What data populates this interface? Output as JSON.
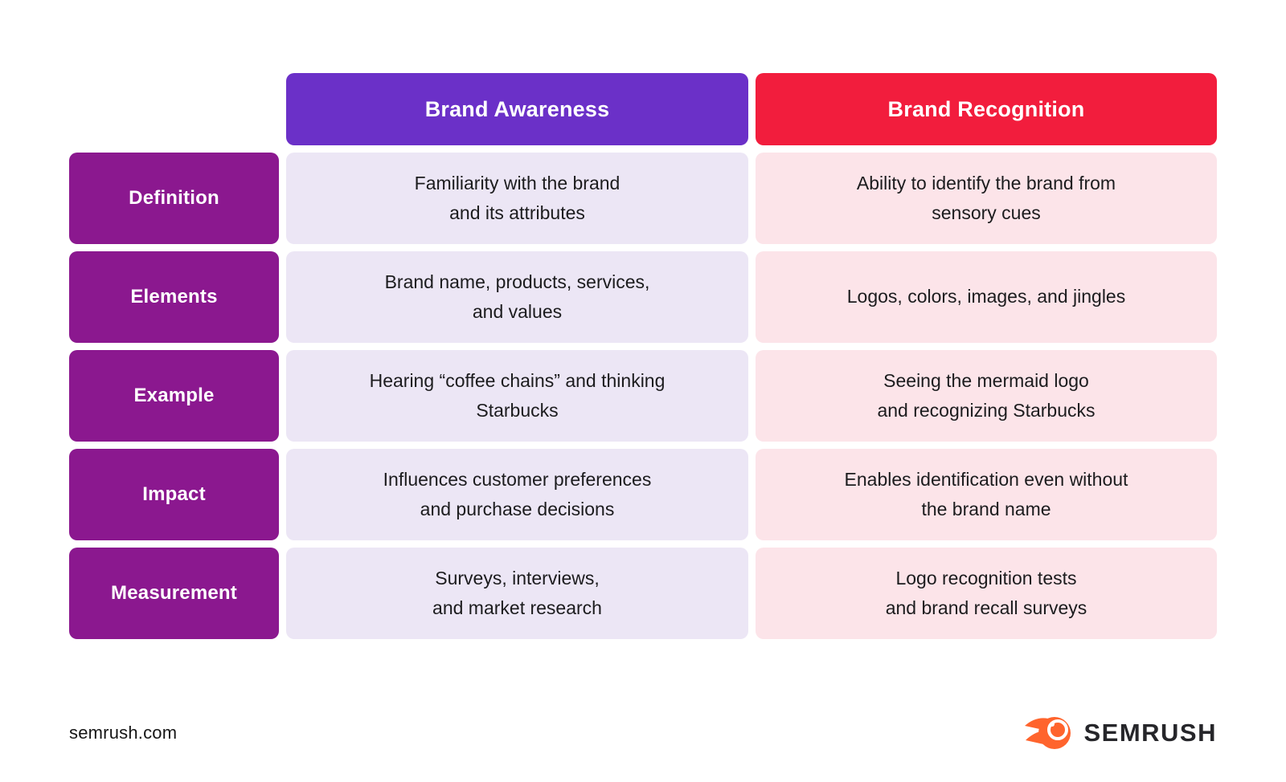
{
  "table": {
    "columns": [
      "Brand Awareness",
      "Brand Recognition"
    ],
    "rows": [
      {
        "label": "Definition",
        "awareness": "Familiarity with the brand\nand its attributes",
        "recognition": "Ability to identify the brand from\nsensory cues"
      },
      {
        "label": "Elements",
        "awareness": "Brand name, products, services,\nand values",
        "recognition": "Logos, colors, images, and jingles"
      },
      {
        "label": "Example",
        "awareness": "Hearing “coffee chains” and thinking\nStarbucks",
        "recognition": "Seeing the mermaid logo\nand recognizing Starbucks"
      },
      {
        "label": "Impact",
        "awareness": "Influences customer preferences\nand purchase decisions",
        "recognition": "Enables identification even without\nthe brand name"
      },
      {
        "label": "Measurement",
        "awareness": "Surveys, interviews,\nand market research",
        "recognition": "Logo recognition tests\nand brand recall surveys"
      }
    ]
  },
  "footer": {
    "site": "semrush.com",
    "logo_text": "SEMRUSH"
  },
  "colors": {
    "purple_header": "#6B30C8",
    "red_header": "#F21D3D",
    "magenta_label": "#8B188F",
    "light_purple_cell": "#ECE6F5",
    "light_pink_cell": "#FCE4E9",
    "semrush_orange": "#FF642D",
    "text_dark": "#1C1C1E"
  }
}
